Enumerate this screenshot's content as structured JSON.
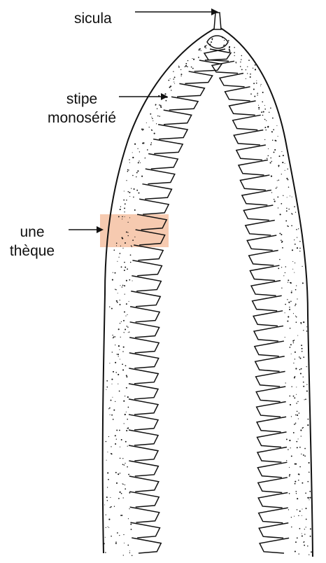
{
  "labels": {
    "sicula": "sicula",
    "stipe_line1": "stipe",
    "stipe_line2": "monosérié",
    "theque_line1": "une",
    "theque_line2": "thèque"
  },
  "colors": {
    "ink": "#111111",
    "highlight": "#f2b48f"
  }
}
